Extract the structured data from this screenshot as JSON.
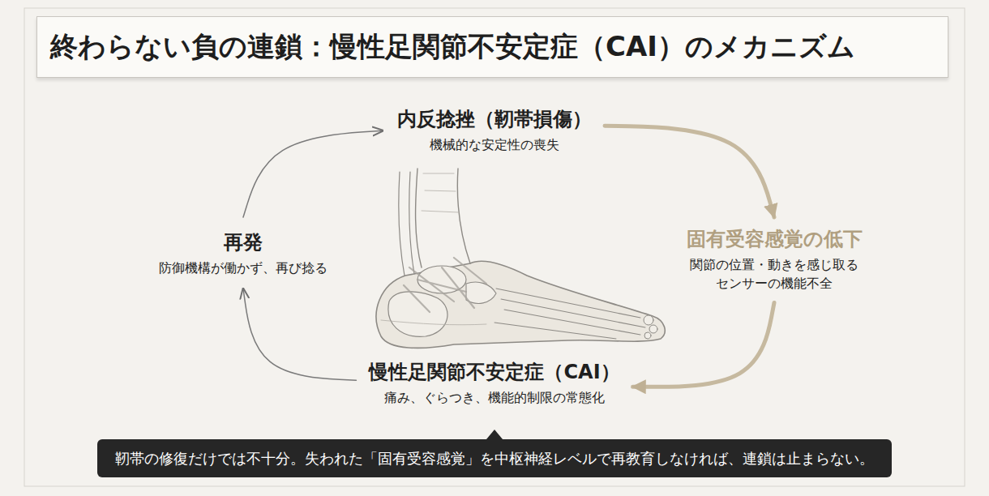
{
  "diagram": {
    "title": "終わらない負の連鎖：慢性足関節不安定症（CAI）のメカニズム",
    "nodes": [
      {
        "text": [
          "内反捻挫（靭帯損傷）",
          "機械的な安定性の喪失"
        ]
      },
      {
        "text": [
          "固有受容感覚の低下",
          "関節の位置・動きを感じ取る センサーの機能不全"
        ]
      },
      {
        "text": [
          "慢性足関節不安定症（CAI）",
          "痛み、ぐらつき、機能的制限の常態化"
        ]
      },
      {
        "text": [
          "再発",
          "防御機構が働かず、再び捻る"
        ]
      },
      {
        "text": [
          "靭帯の修復だけでは不十分。失われた「固有受容感覚」を中枢神経レベルで再教育しなければ、連鎖は止まらない。"
        ]
      }
    ],
    "edges": [
      {
        "from": 0,
        "to": 1,
        "arrow": "to"
      },
      {
        "from": 1,
        "to": 2,
        "arrow": "to"
      },
      {
        "from": 2,
        "to": 3,
        "arrow": "to"
      },
      {
        "from": 3,
        "to": 0,
        "arrow": "to"
      }
    ]
  }
}
